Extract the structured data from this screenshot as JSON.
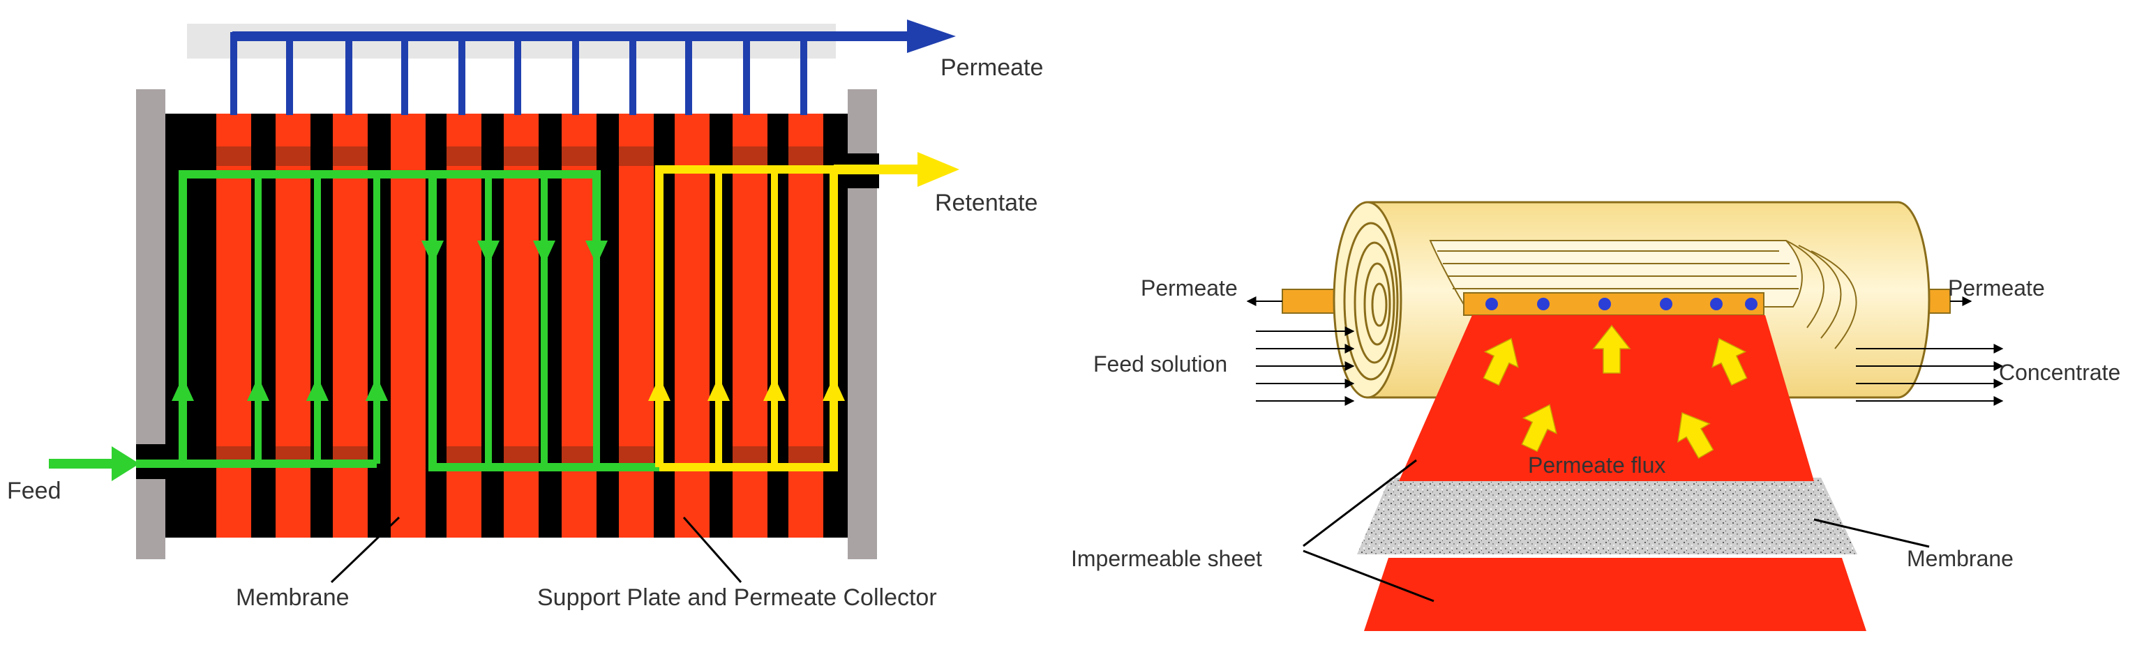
{
  "left_panel": {
    "labels": {
      "permeate": "Permeate",
      "retentate": "Retentate",
      "feed": "Feed",
      "membrane": "Membrane",
      "support_plate": "Support Plate and Permeate Collector"
    }
  },
  "right_panel": {
    "labels": {
      "permeate_left": "Permeate",
      "permeate_right": "Permeate",
      "feed_solution": "Feed solution",
      "concentrate": "Concentrate",
      "permeate_flux": "Permeate flux",
      "impermeable_sheet": "Impermeable sheet",
      "membrane": "Membrane"
    }
  },
  "colors": {
    "plate_red": "#ff3b14",
    "plate_dark": "#b83414",
    "frame_black": "#000000",
    "end_plate_gray": "#a9a3a3",
    "permeate_blue": "#1f3fae",
    "flow_green": "#2fd12f",
    "flow_yellow": "#ffe600",
    "roll_cream": "#fbe6a6",
    "roll_outline": "#8a6d1a",
    "tube_orange": "#f5a623",
    "hole_blue": "#2b3fd6",
    "arrow_yellow": "#ffe600",
    "sheet_red": "#ff2a10",
    "membrane_gray": "#c8c8c8"
  }
}
